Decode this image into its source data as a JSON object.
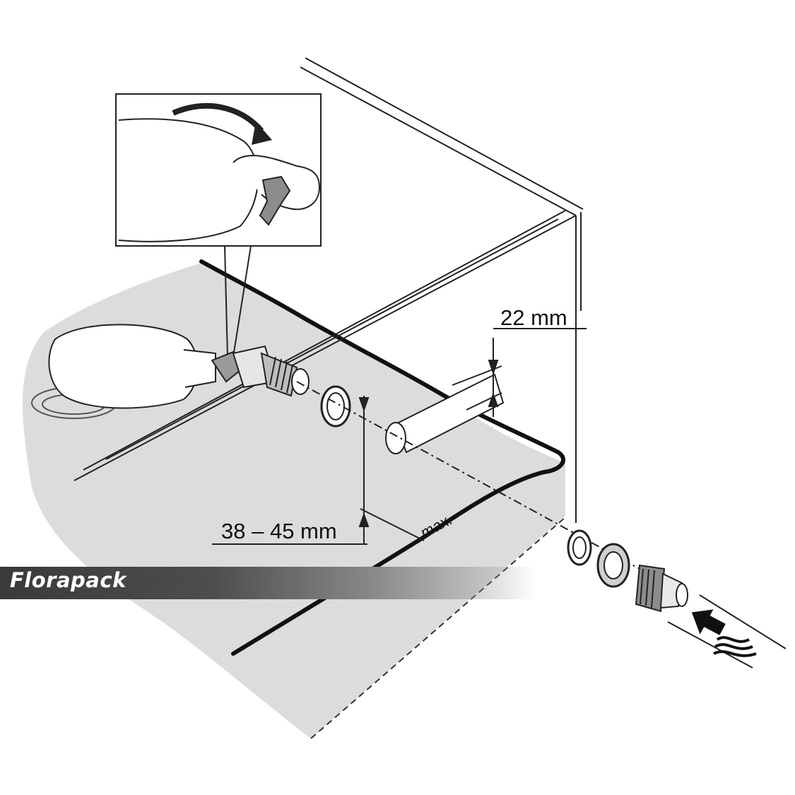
{
  "brand": {
    "name": "Florapack"
  },
  "dimensions": {
    "hole_diameter": "22 mm",
    "wall_thickness": "38 – 45 mm",
    "max_label": "max."
  },
  "colors": {
    "shaded_surface": "#dcdcdc",
    "line": "#1a1a1a",
    "part_fill": "#9a9a9a",
    "banner_dark": "#3a3a3a"
  }
}
